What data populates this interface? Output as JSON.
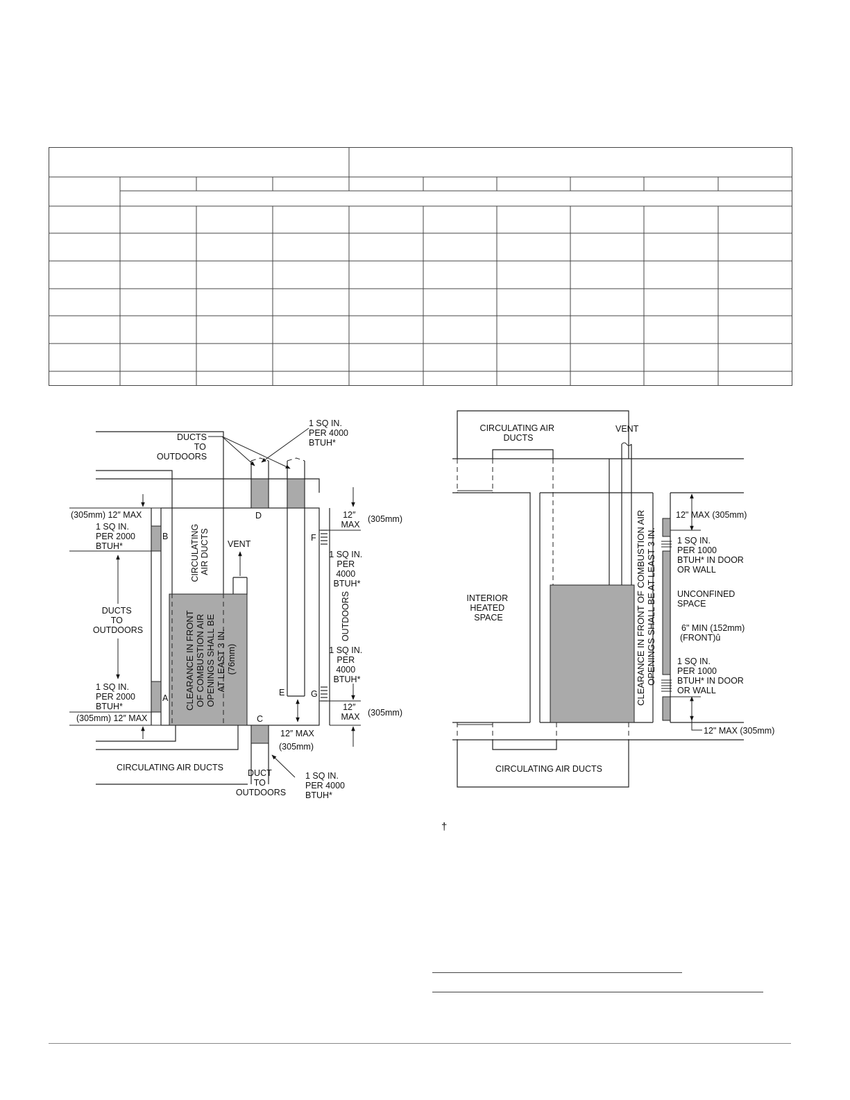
{
  "table": {
    "row_count": 8,
    "column_count": 10
  },
  "left_figure": {
    "top_ducts_label": [
      "DUCTS",
      "TO",
      "OUTDOORS"
    ],
    "top_opening_label": [
      "1 SQ IN.",
      "PER 4000",
      "BTUH*"
    ],
    "label_d": "D",
    "label_b": "B",
    "label_a": "A",
    "label_c": "C",
    "label_e": "E",
    "label_f": "F",
    "label_g": "G",
    "dim_left_top": "(305mm)  12″ MAX",
    "dim_left_bottom": "(305mm)  12″ MAX",
    "opening_b_label": [
      "1 SQ IN.",
      "PER 2000",
      "BTUH*"
    ],
    "opening_a_label": [
      "1 SQ IN.",
      "PER 2000",
      "BTUH*"
    ],
    "left_ducts_label": [
      "DUCTS",
      "TO",
      "OUTDOORS"
    ],
    "circ_air_vertical": [
      "CIRCULATING",
      "AIR DUCTS"
    ],
    "vent_label": "VENT",
    "clearance_label": [
      "CLEARANCE IN FRONT",
      "OF COMBUSTION AIR",
      "OPENINGS SHALL BE",
      "AT LEAST 3 IN.",
      "(76mm)"
    ],
    "dim_right_top": [
      "12″",
      "MAX"
    ],
    "dim_right_top_mm": "(305mm)",
    "opening_f_label": [
      "1 SQ IN.",
      "PER",
      "4000",
      "BTUH*"
    ],
    "outdoors_label": "OUTDOORS",
    "opening_g_label": [
      "1 SQ IN.",
      "PER",
      "4000",
      "BTUH*"
    ],
    "dim_right_bottom": [
      "12″",
      "MAX"
    ],
    "dim_right_bottom_mm": "(305mm)",
    "dim_bottom": "12″ MAX",
    "dim_bottom_mm": "(305mm)",
    "bottom_circ_label": "CIRCULATING AIR DUCTS",
    "bottom_duct_label": [
      "DUCT",
      "TO",
      "OUTDOORS"
    ],
    "bottom_opening_label": [
      "1 SQ IN.",
      "PER 4000",
      "BTUH*"
    ]
  },
  "right_figure": {
    "top_circ_label": [
      "CIRCULATING AIR",
      "DUCTS"
    ],
    "vent_label": "VENT",
    "interior_label": [
      "INTERIOR",
      "HEATED",
      "SPACE"
    ],
    "clearance_label": [
      "CLEARANCE IN FRONT OF COMBUSTION AIR",
      "OPENINGS SHALL BE AT LEAST 3 IN."
    ],
    "dim_top": "12\" MAX (305mm)",
    "top_opening_label": [
      "1 SQ IN.",
      "PER 1000",
      "BTUH* IN DOOR",
      "OR WALL"
    ],
    "unconfined_label": [
      "UNCONFINED",
      "SPACE"
    ],
    "min_label": [
      "6\" MIN (152mm)",
      "(FRONT)û"
    ],
    "bottom_opening_label": [
      "1 SQ IN.",
      "PER 1000",
      "BTUH* IN DOOR",
      "OR WALL"
    ],
    "dim_bottom": "12\" MAX (305mm)",
    "bottom_circ_label": "CIRCULATING AIR DUCTS"
  },
  "footnote_marker": "†"
}
